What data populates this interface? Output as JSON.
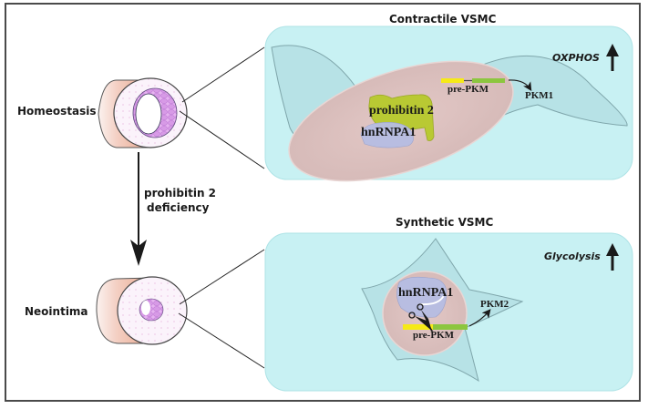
{
  "left": {
    "top_state_label": "Homeostasis",
    "bottom_state_label": "Neointima",
    "transition_label_line1": "prohibitin 2",
    "transition_label_line2": "deficiency"
  },
  "panels": [
    {
      "title": "Contractile VSMC",
      "metabolism_label": "OXPHOS",
      "metabolism_trend": "up",
      "protein_1": "prohibitin 2",
      "protein_2": "hnRNPA1",
      "transcript_label": "pre-PKM",
      "product_label": "PKM1"
    },
    {
      "title": "Synthetic VSMC",
      "metabolism_label": "Glycolysis",
      "metabolism_trend": "up",
      "protein_1": "hnRNPA1",
      "transcript_label": "pre-PKM",
      "product_label": "PKM2"
    }
  ],
  "colors": {
    "panel_bg": "#c9f1f3",
    "cell_fill": "#b8e0e4",
    "nucleus_fill": "#dcc3c1",
    "prohibitin_green": "#b9c933",
    "hnrnpa1_blue": "#b5bde3",
    "exon_yellow": "#f6ea17",
    "exon_green": "#8cc63f",
    "vessel_pink": "#f0c3b4",
    "lumen_purple": "#d9a6e8"
  }
}
